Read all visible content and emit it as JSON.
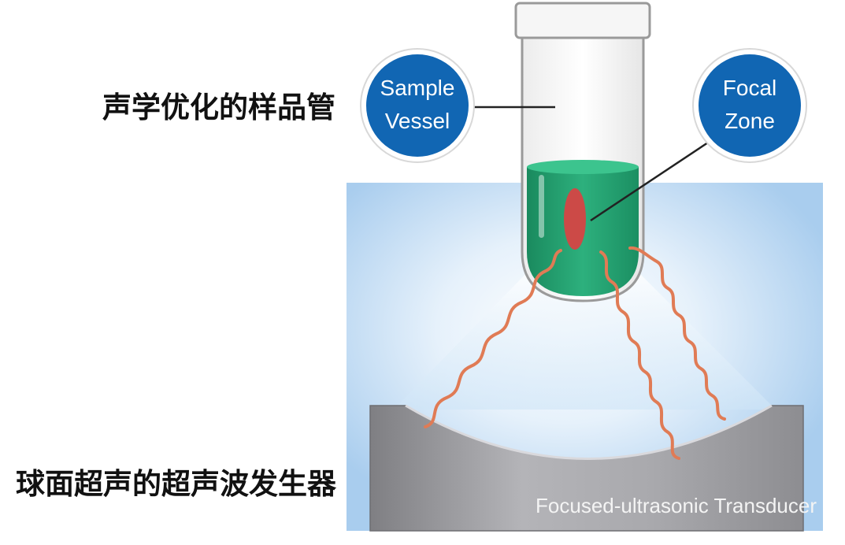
{
  "labels": {
    "sample_vessel_cn": "声学优化的样品管",
    "transducer_cn": "球面超声的超声波发生器",
    "sample_vessel_line1": "Sample",
    "sample_vessel_line2": "Vessel",
    "focal_zone_line1": "Focal",
    "focal_zone_line2": "Zone",
    "transducer_en": "Focused-ultrasonic Transducer"
  },
  "colors": {
    "bubble": "#1166b3",
    "water": "#aed1ef",
    "liquid": "#23a070",
    "focal_zone": "#cc4a47",
    "waves": "#e07b55",
    "transducer": "#a4a4a8"
  },
  "icons": [
    "sample-vessel-tube",
    "focal-zone-marker",
    "sound-wave-line",
    "transducer-dish"
  ]
}
